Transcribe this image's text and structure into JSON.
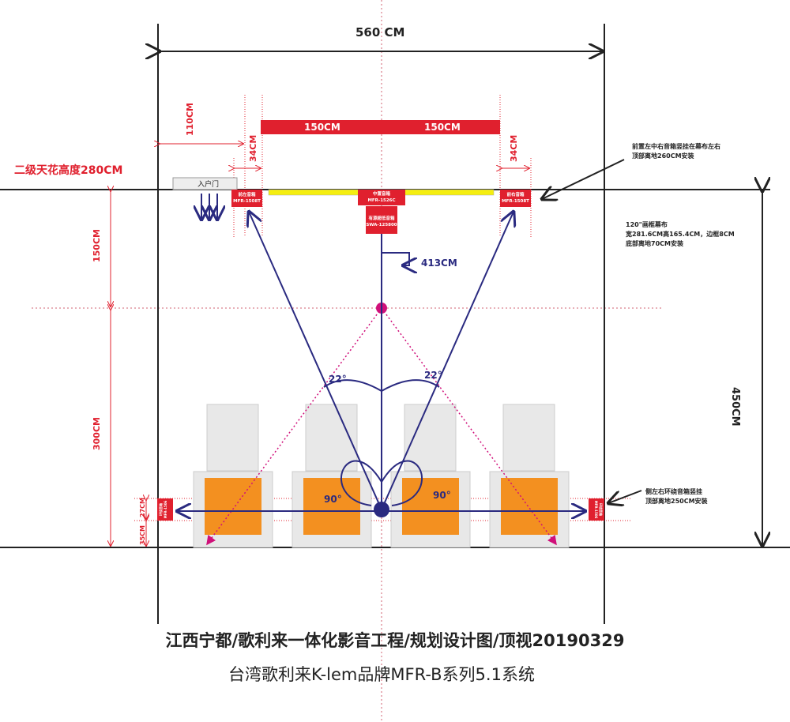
{
  "dimensions": {
    "width_total": "560 CM",
    "screen_half_left": "150CM",
    "screen_half_right": "150CM",
    "left_offset": "110CM",
    "left_speaker_width": "34CM",
    "right_speaker_width": "34CM",
    "front_to_mid": "150CM",
    "mid_to_back": "300CM",
    "depth_total": "450CM",
    "side_speaker_height": "27CM",
    "side_speaker_base": "35CM",
    "center_distance": "413CM"
  },
  "ceiling_label": "二级天花高度280CM",
  "entrance_label": "入户门",
  "speakers": {
    "front_left": {
      "name": "前左音箱",
      "model": "MFR-1508T"
    },
    "center": {
      "name": "中置音箱",
      "model": "MFR-1526C"
    },
    "front_right": {
      "name": "前右音箱",
      "model": "MFR-1508T"
    },
    "subwoofer": {
      "name": "有源超低音箱",
      "model": "SWA-125800"
    },
    "side_left": {
      "name": "环绕音箱",
      "model": "MFR-1506"
    },
    "side_right": {
      "name": "环绕音箱",
      "model": "MFR-1506"
    }
  },
  "angles": {
    "left_front": "22°",
    "right_front": "22°",
    "left_side": "90°",
    "right_side": "90°"
  },
  "notes": {
    "front_speakers": "前置左中右音箱竖挂在幕布左右\n顶部离地260CM安装",
    "screen": "120\"画框幕布\n宽281.6CM高165.4CM，边框8CM\n底部离地70CM安装",
    "side_speakers": "侧左右环绕音箱竖挂\n顶部离地250CM安装"
  },
  "title": "江西宁都/歌利来一体化影音工程/规划设计图/顶视20190329",
  "subtitle": "台湾歌利来K-lem品牌MFR-B系列5.1系统",
  "colors": {
    "red": "#e0202e",
    "navy": "#2a2a80",
    "pink": "#d0107a",
    "orange": "#f39020",
    "yellow": "#f5ee10"
  }
}
